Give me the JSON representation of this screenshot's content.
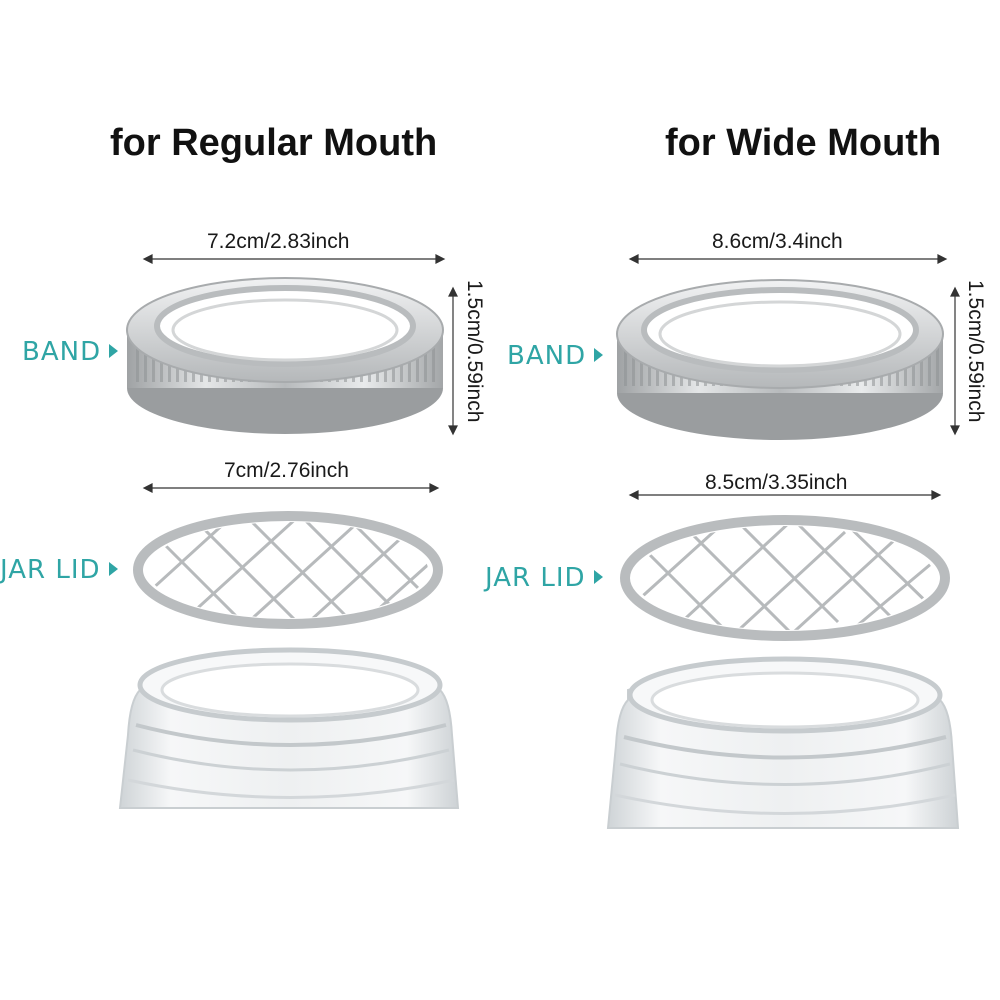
{
  "regular": {
    "title": "for Regular Mouth",
    "band_width": "7.2cm/2.83inch",
    "band_height": "1.5cm/0.59inch",
    "lid_width": "7cm/2.76inch",
    "band_label": "BAND",
    "lid_label": "JAR LID"
  },
  "wide": {
    "title": "for Wide Mouth",
    "band_width": "8.6cm/3.4inch",
    "band_height": "1.5cm/0.59inch",
    "lid_width": "8.5cm/3.35inch",
    "band_label": "BAND",
    "lid_label": "JAR LID"
  },
  "colors": {
    "label_teal": "#2fa5a5",
    "metal": "#c9cbcc",
    "glass": "#e9ecee"
  }
}
